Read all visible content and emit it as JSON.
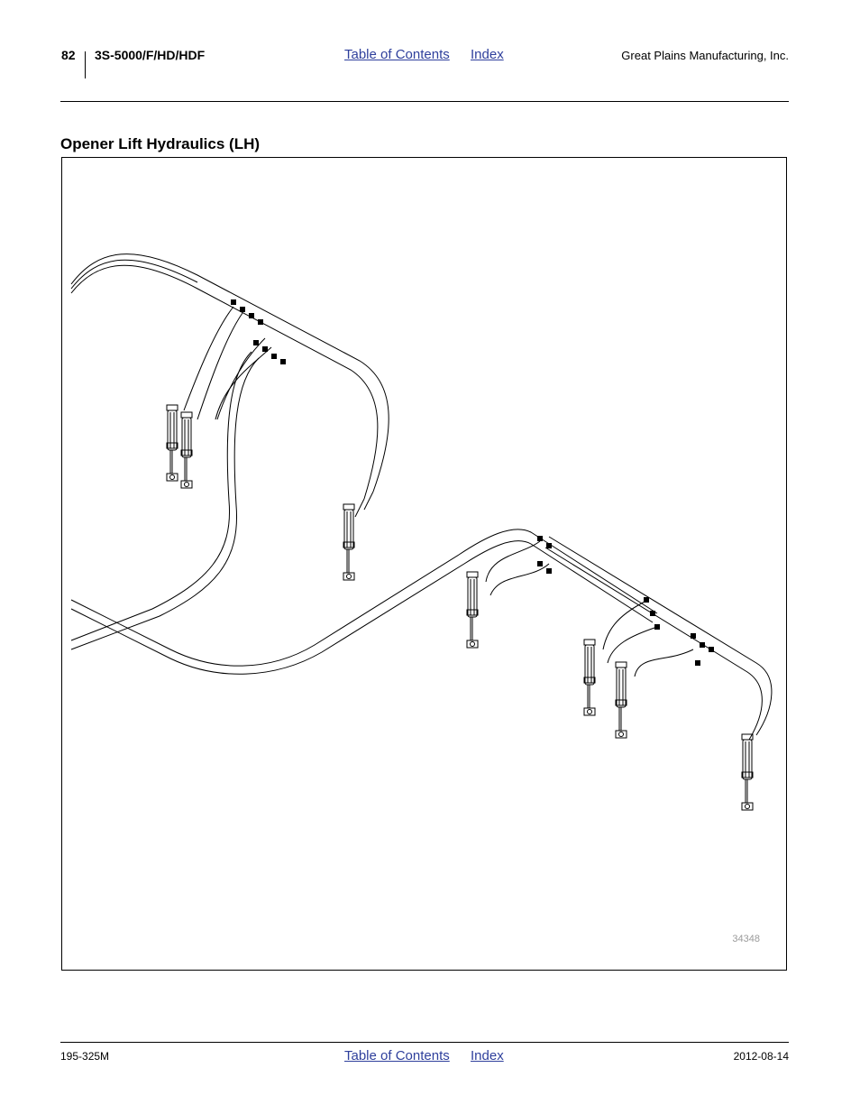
{
  "header": {
    "page_number": "82",
    "model": "3S-5000/F/HD/HDF",
    "toc_link": "Table of Contents",
    "index_link": "Index",
    "company": "Great Plains Manufacturing, Inc."
  },
  "section": {
    "title": "Opener Lift Hydraulics (LH)"
  },
  "figure": {
    "figure_number": "34348"
  },
  "footer": {
    "doc_number": "195-325M",
    "toc_link": "Table of Contents",
    "index_link": "Index",
    "date": "2012-08-14"
  },
  "colors": {
    "link": "#2e3f9c",
    "line_art": "#000000",
    "figure_number": "#9a9a9a"
  }
}
